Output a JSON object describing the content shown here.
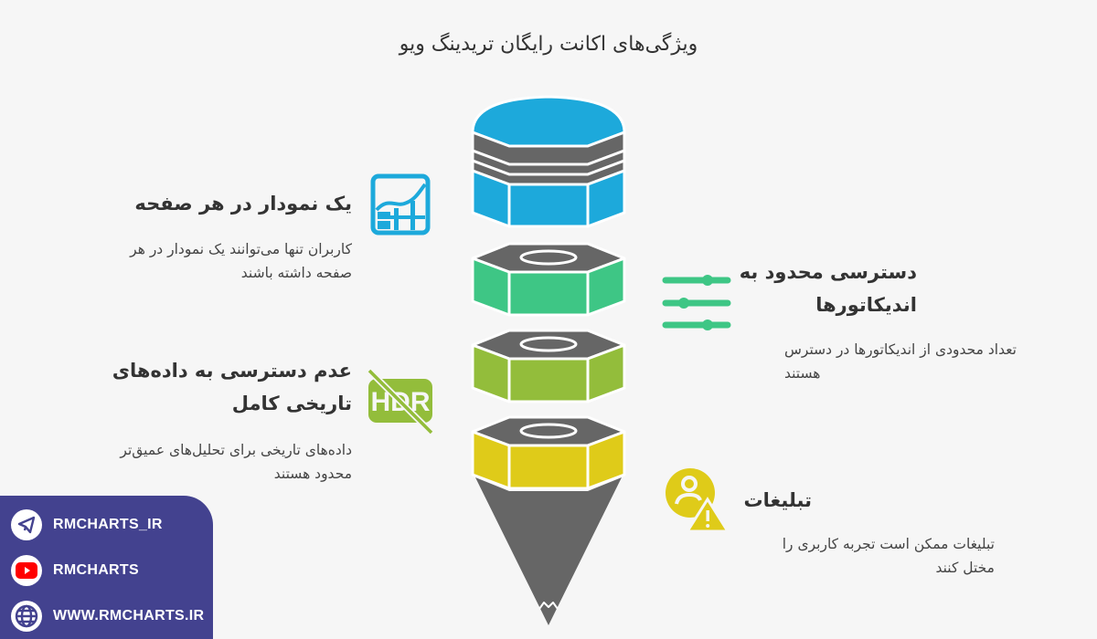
{
  "title": "ویژگی‌های اکانت رایگان تریدینگ ویو",
  "colors": {
    "blue": "#1da9db",
    "green": "#3ec685",
    "lime": "#93bd3b",
    "yellow": "#dfcb19",
    "gray": "#666666",
    "panel": "#43428f"
  },
  "features": [
    {
      "title": "یک نمودار در هر صفحه",
      "desc": [
        "کاربران تنها می‌توانند یک نمودار در هر",
        "صفحه داشته باشند"
      ],
      "icon": "chart-grid-icon",
      "color": "#1da9db"
    },
    {
      "title_lines": [
        "دسترسی محدود به",
        "اندیکاتورها"
      ],
      "desc": [
        "تعداد محدودی از اندیکاتورها در دسترس",
        "هستند"
      ],
      "icon": "sliders-icon",
      "color": "#3ec685"
    },
    {
      "title_lines": [
        "عدم دسترسی به داده‌های",
        "تاریخی کامل"
      ],
      "desc": [
        "داده‌های تاریخی برای تحلیل‌های عمیق‌تر",
        "محدود هستند"
      ],
      "icon": "hdr-off-icon",
      "color": "#93bd3b"
    },
    {
      "title": "تبلیغات",
      "desc": [
        "تبلیغات ممکن است تجربه کاربری را",
        "مختل کنند"
      ],
      "icon": "user-warning-icon",
      "color": "#dfcb19"
    }
  ],
  "social": [
    {
      "label": "RMCHARTS_IR",
      "icon": "telegram-icon"
    },
    {
      "label": "RMCHARTS",
      "icon": "youtube-icon"
    },
    {
      "label": "WWW.RMCHARTS.IR",
      "icon": "globe-icon"
    }
  ]
}
